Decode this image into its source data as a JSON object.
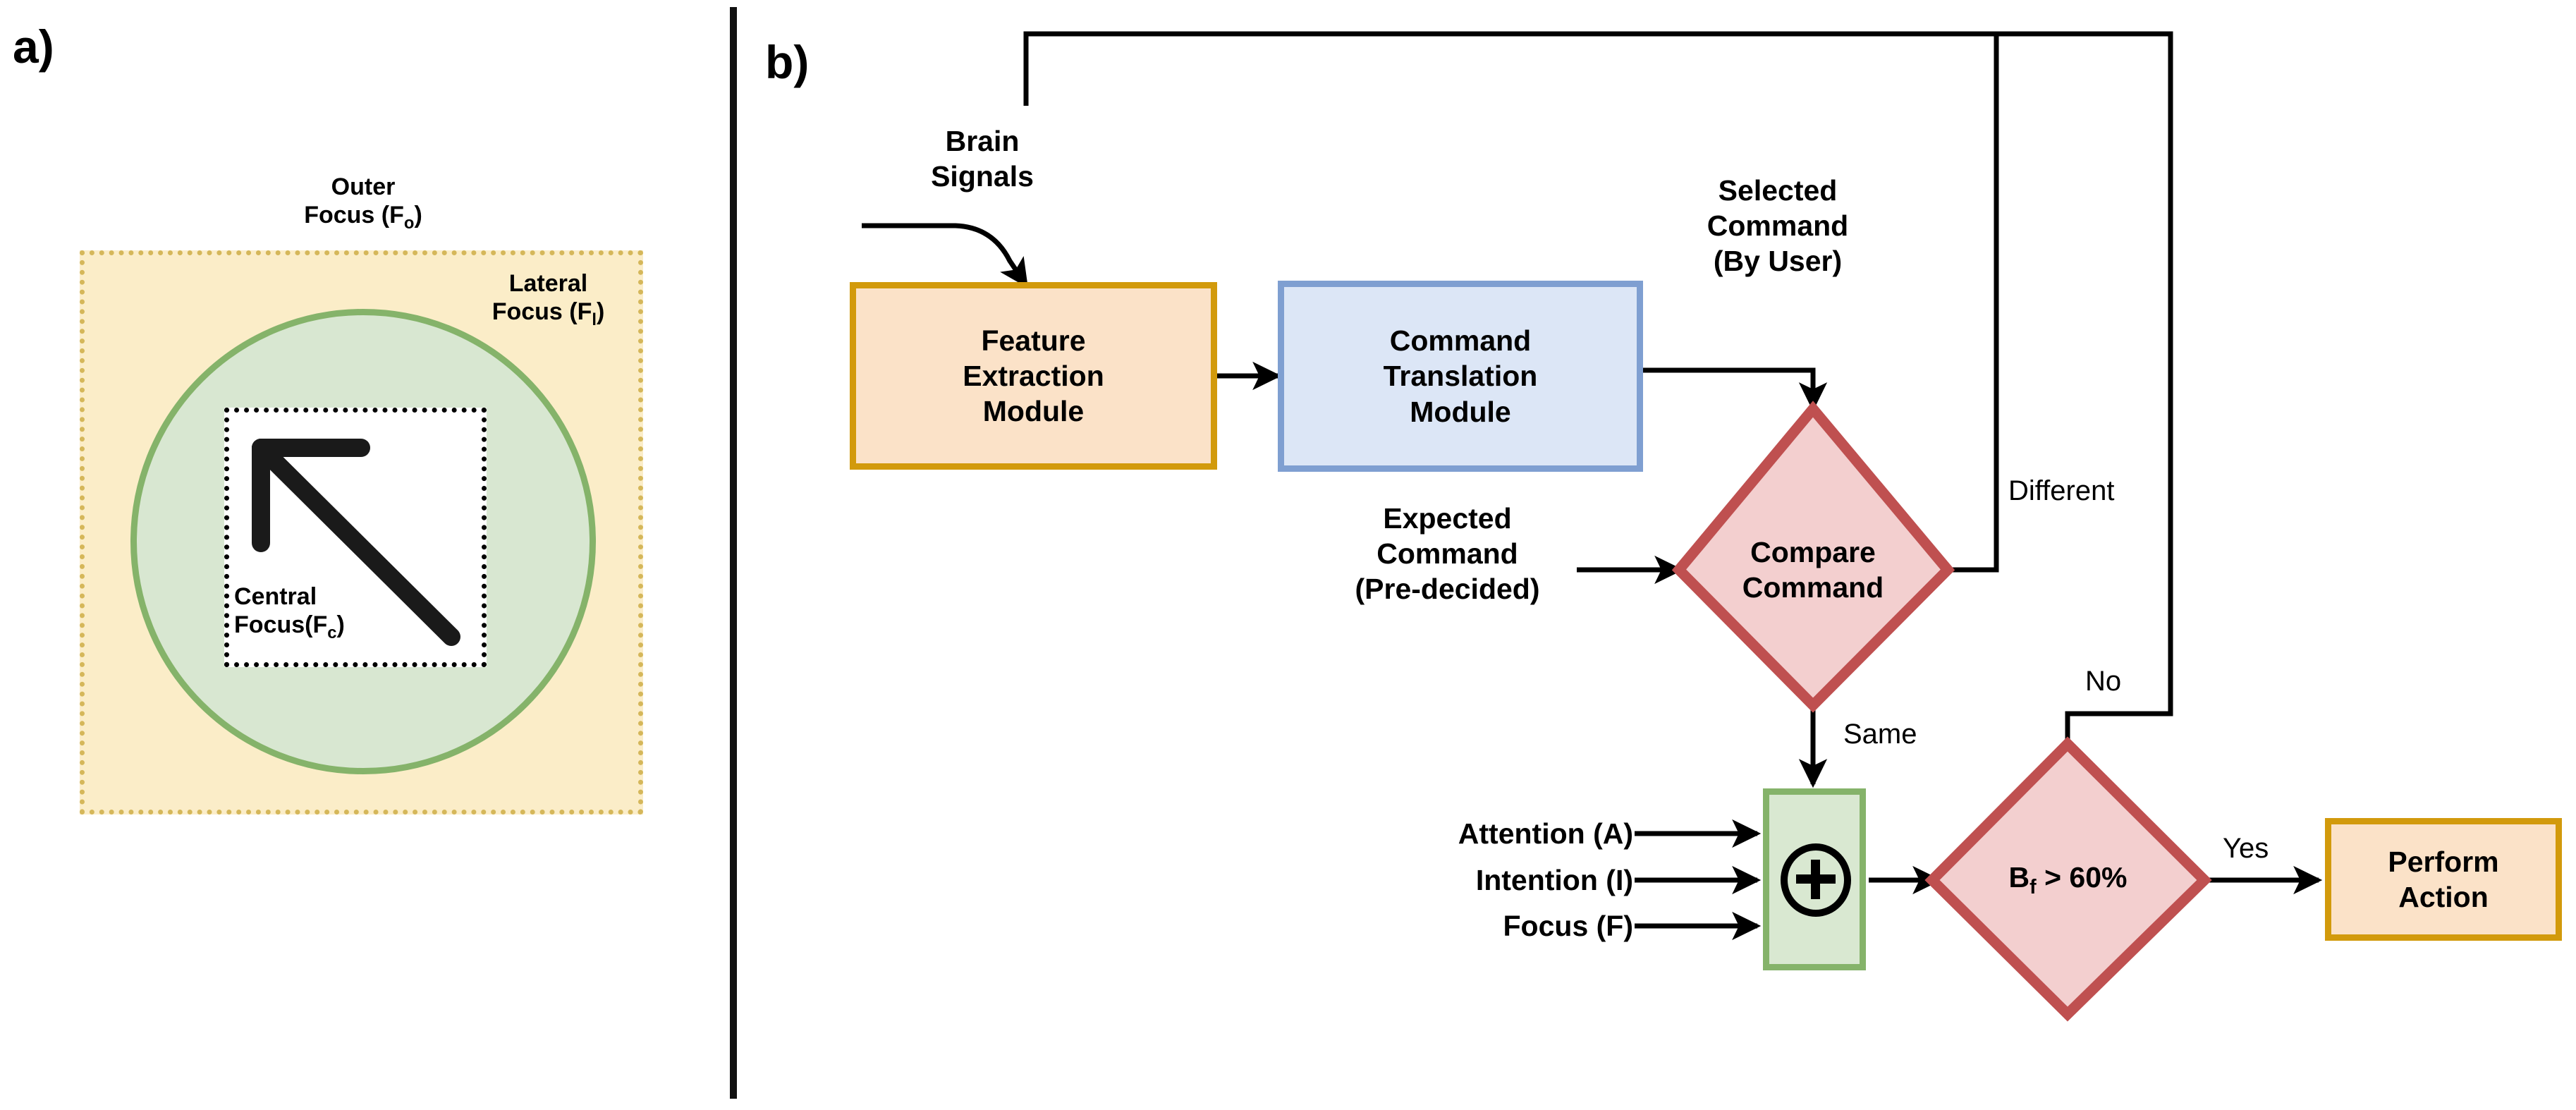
{
  "panels": {
    "a": {
      "letter": "a)"
    },
    "b": {
      "letter": "b)"
    }
  },
  "panel_a": {
    "outer_focus_line1": "Outer",
    "outer_focus_line2": "Focus (F",
    "outer_focus_sub": "o",
    "outer_focus_close": ")",
    "lateral_focus_line1": "Lateral",
    "lateral_focus_line2": "Focus (F",
    "lateral_focus_sub": "l",
    "lateral_focus_close": ")",
    "central_focus_line1": "Central",
    "central_focus_line2": "Focus(F",
    "central_focus_sub": "c",
    "central_focus_close": ")",
    "colors": {
      "outer_fill": "#FBEDC8",
      "outer_border": "#D5B75A",
      "lateral_fill": "#D8E7D1",
      "lateral_border": "#85B36A",
      "central_border": "#000000",
      "arrow": "#1A1A1A"
    }
  },
  "panel_b": {
    "nodes": {
      "feature_extraction": {
        "line1": "Feature",
        "line2": "Extraction",
        "line3": "Module"
      },
      "command_translation": {
        "line1": "Command",
        "line2": "Translation",
        "line3": "Module"
      },
      "compare_command": {
        "line1": "Compare",
        "line2": "Command"
      },
      "summation": {
        "symbol": "+"
      },
      "bf_threshold": {
        "text": "B",
        "sub": "f",
        "rest": " > 60%"
      },
      "perform_action": {
        "line1": "Perform",
        "line2": "Action"
      }
    },
    "free_labels": {
      "brain_signals_l1": "Brain",
      "brain_signals_l2": "Signals",
      "selected_command_l1": "Selected",
      "selected_command_l2": "Command",
      "selected_command_l3": "(By User)",
      "expected_command_l1": "Expected",
      "expected_command_l2": "Command",
      "expected_command_l3": "(Pre-decided)",
      "attention": "Attention (A)",
      "intention": "Intention (I)",
      "focus": "Focus (F)"
    },
    "edge_labels": {
      "different": "Different",
      "same": "Same",
      "no": "No",
      "yes": "Yes"
    },
    "colors": {
      "orange_fill": "#FBE2C8",
      "orange_border": "#D29A0C",
      "blue_fill": "#DCE6F6",
      "blue_border": "#7F9FD1",
      "green_fill": "#D9E8D1",
      "green_border": "#85B36A",
      "red_fill": "#F3CFCF",
      "red_border": "#BF5050",
      "connector": "#000000"
    }
  }
}
